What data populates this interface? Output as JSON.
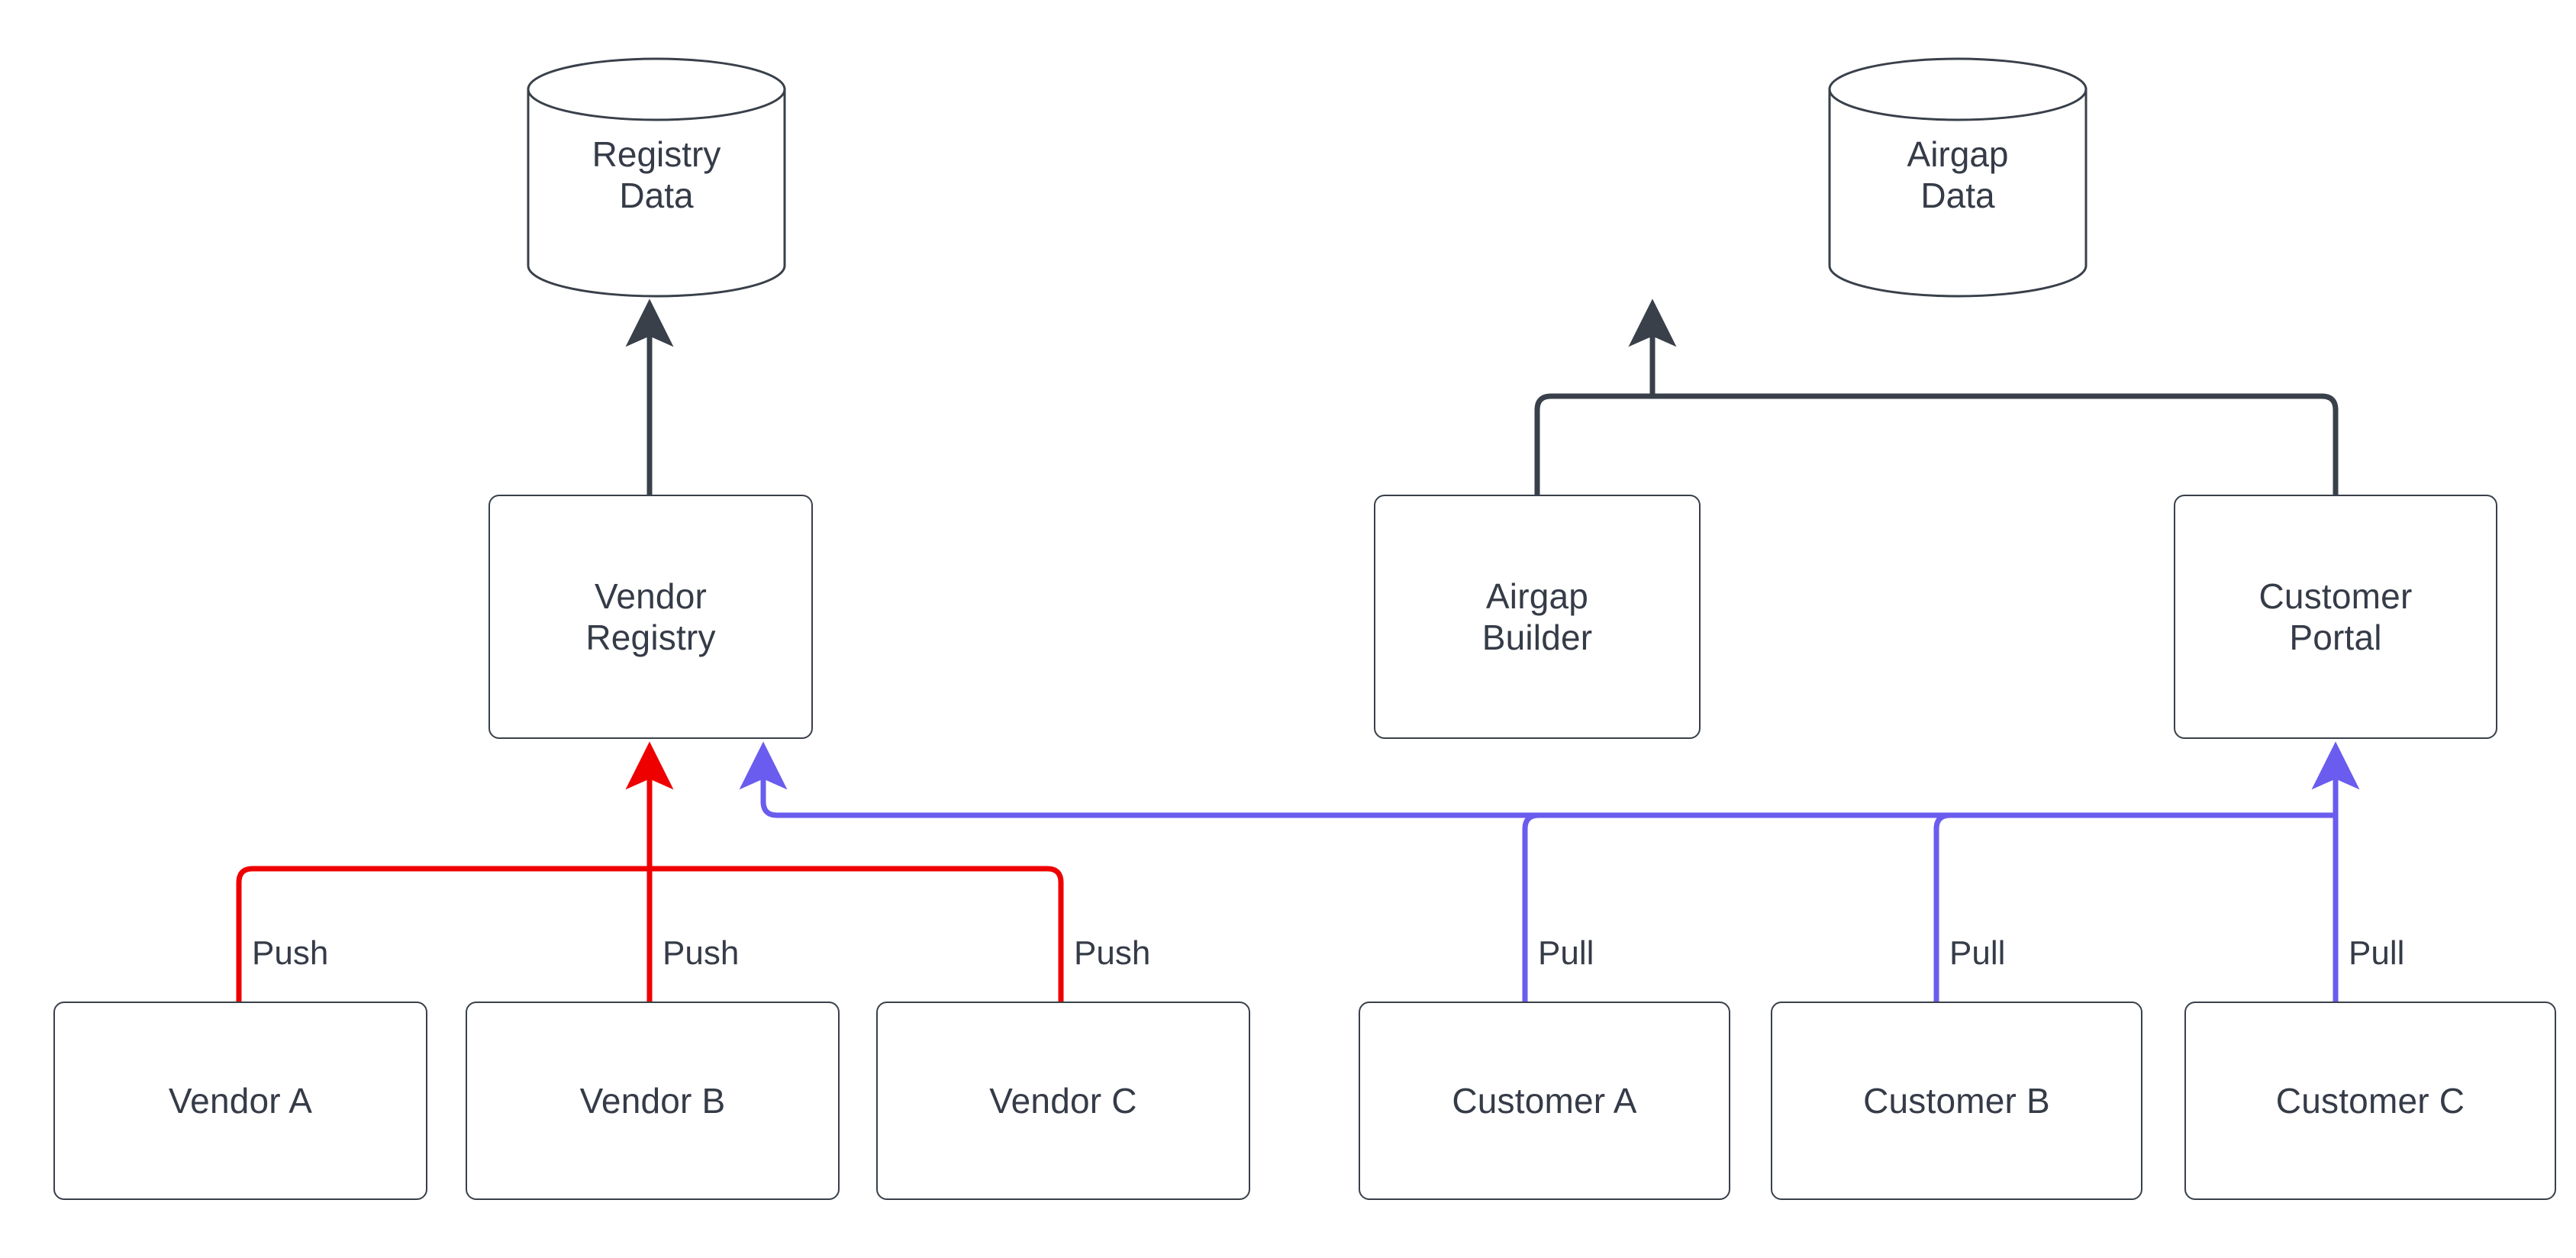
{
  "diagram": {
    "type": "flow-architecture",
    "background_color": "#ffffff",
    "node_border_color": "#39404a",
    "node_text_color": "#353b47",
    "push_edge_color": "#ee0000",
    "pull_edge_color": "#6a5cee",
    "default_edge_color": "#39404a"
  },
  "datastores": [
    {
      "id": "registry-data",
      "line1": "Registry",
      "line2": "Data",
      "shape": "cylinder"
    },
    {
      "id": "airgap-data",
      "line1": "Airgap",
      "line2": "Data",
      "shape": "cylinder"
    }
  ],
  "services": [
    {
      "id": "vendor-registry",
      "line1": "Vendor",
      "line2": "Registry"
    },
    {
      "id": "airgap-builder",
      "line1": "Airgap",
      "line2": "Builder"
    },
    {
      "id": "customer-portal",
      "line1": "Customer",
      "line2": "Portal"
    }
  ],
  "actors": [
    {
      "id": "vendor-a",
      "label": "Vendor A",
      "edge_label": "Push",
      "edge_color": "#ee0000"
    },
    {
      "id": "vendor-b",
      "label": "Vendor B",
      "edge_label": "Push",
      "edge_color": "#ee0000"
    },
    {
      "id": "vendor-c",
      "label": "Vendor C",
      "edge_label": "Push",
      "edge_color": "#ee0000"
    },
    {
      "id": "customer-a",
      "label": "Customer A",
      "edge_label": "Pull",
      "edge_color": "#6a5cee"
    },
    {
      "id": "customer-b",
      "label": "Customer B",
      "edge_label": "Pull",
      "edge_color": "#6a5cee"
    },
    {
      "id": "customer-c",
      "label": "Customer C",
      "edge_label": "Pull",
      "edge_color": "#6a5cee"
    }
  ],
  "edge_labels": {
    "push_1": "Push",
    "push_2": "Push",
    "push_3": "Push",
    "pull_1": "Pull",
    "pull_2": "Pull",
    "pull_3": "Pull"
  },
  "connections": [
    {
      "from": "vendor-registry",
      "to": "registry-data",
      "color": "#39404a",
      "label": ""
    },
    {
      "from": "airgap-builder",
      "to": "airgap-data",
      "color": "#39404a",
      "label": ""
    },
    {
      "from": "customer-portal",
      "to": "airgap-data",
      "color": "#39404a",
      "label": ""
    },
    {
      "from": "vendor-a",
      "to": "vendor-registry",
      "color": "#ee0000",
      "label": "Push"
    },
    {
      "from": "vendor-b",
      "to": "vendor-registry",
      "color": "#ee0000",
      "label": "Push"
    },
    {
      "from": "vendor-c",
      "to": "vendor-registry",
      "color": "#ee0000",
      "label": "Push"
    },
    {
      "from": "customer-a",
      "to": "customer-portal",
      "color": "#6a5cee",
      "label": "Pull"
    },
    {
      "from": "customer-b",
      "to": "customer-portal",
      "color": "#6a5cee",
      "label": "Pull"
    },
    {
      "from": "customer-c",
      "to": "customer-portal",
      "color": "#6a5cee",
      "label": "Pull"
    },
    {
      "from": "customers",
      "to": "vendor-registry",
      "color": "#6a5cee",
      "label": ""
    }
  ]
}
